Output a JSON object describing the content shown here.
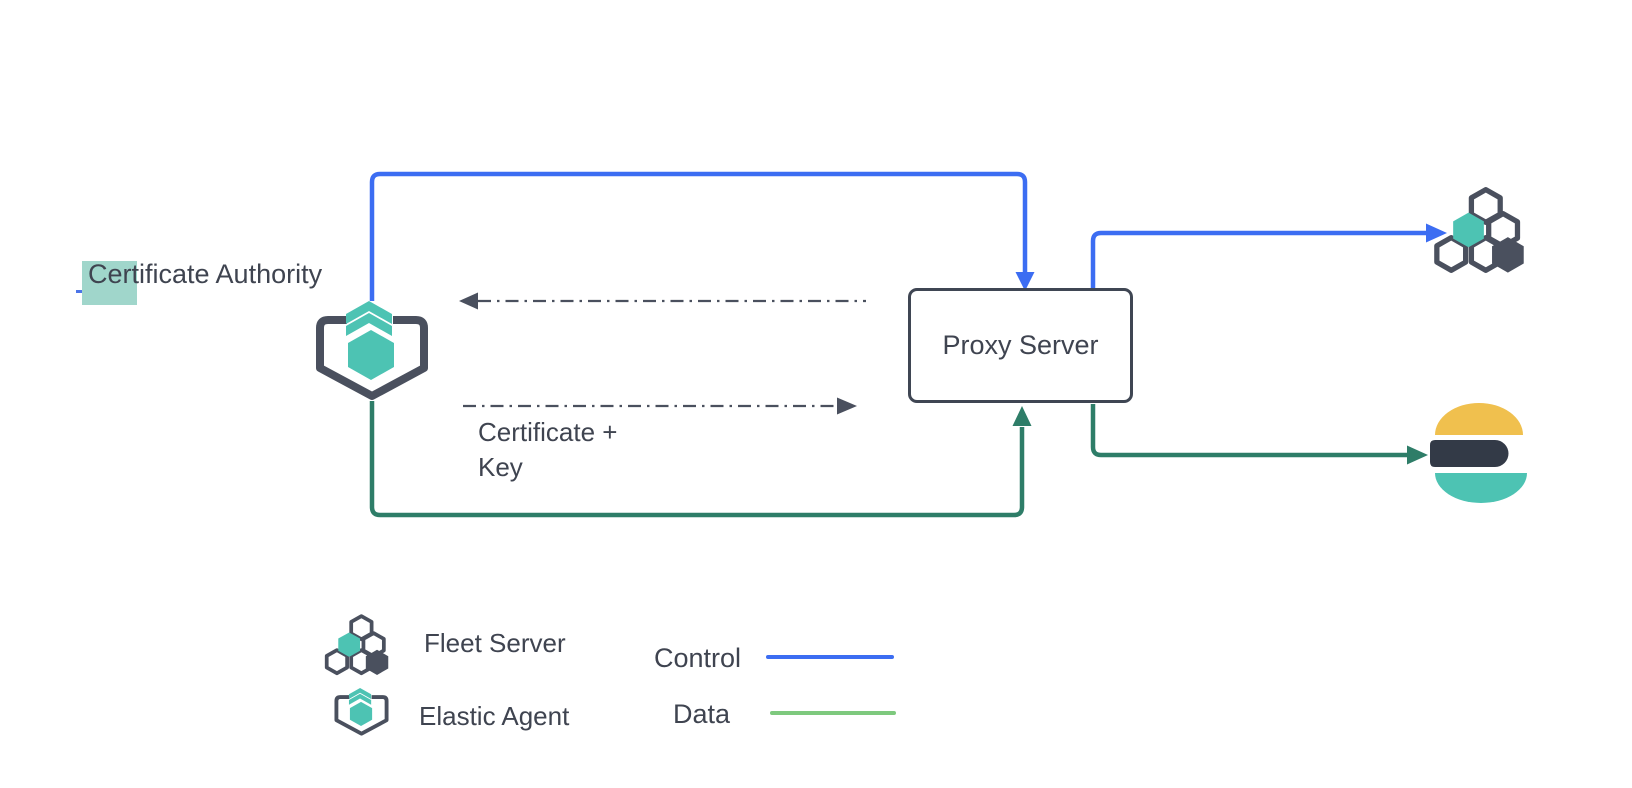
{
  "labels": {
    "certificate_authority": "Certificate Authority",
    "certificate_authority_first_letter": "C",
    "certificate_authority_rest": "ertificate Authority",
    "proxy_server": "Proxy Server",
    "certificate_key_line1": "Certificate +",
    "certificate_key_line2": "Key"
  },
  "legend": {
    "fleet_server": "Fleet Server",
    "elastic_agent": "Elastic Agent",
    "control": "Control",
    "data": "Data"
  },
  "icons": {
    "elastic_agent": "elastic-agent-icon",
    "fleet_server": "fleet-server-icon",
    "elasticsearch": "elasticsearch-icon"
  },
  "colors": {
    "control_blue": "#3c6df2",
    "data_green": "#2e7d68",
    "legend_data_green": "#7ec97e",
    "teal": "#4dc3b3",
    "slate": "#4a505e",
    "slate_dark": "#3f4653",
    "es_dark": "#333a47",
    "yellow": "#f0c04e",
    "text": "#3f4450",
    "highlight_teal": "#a0d6cb",
    "cursor_blue": "#4c74e8"
  }
}
